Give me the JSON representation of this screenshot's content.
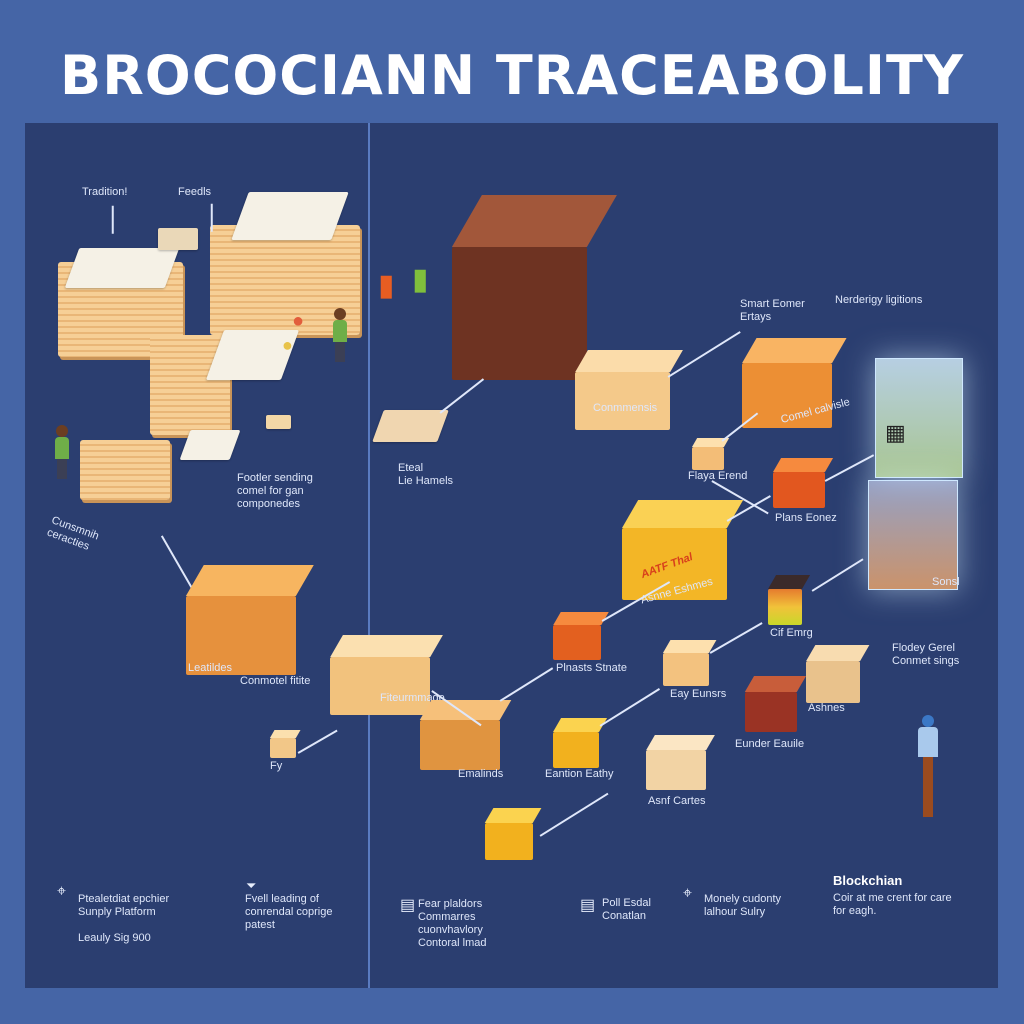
{
  "title": "BROCOCIANN TRACEABOLITY",
  "left_panel": {
    "labels": {
      "traditional": "Tradition!",
      "feedls": "Feedls",
      "footler": [
        "Footler sending",
        "comel for gan",
        "componedes"
      ],
      "cunsmnih": [
        "Cunsmnih",
        "ceracties"
      ],
      "leatildes": "Leatildes",
      "conmotel": "Conmotel fitite",
      "fy": "Fy"
    }
  },
  "right_panel": {
    "labels": {
      "eteal": [
        "Eteal",
        "Lie Hamels"
      ],
      "smart": [
        "Smart Eomer",
        "Ertays"
      ],
      "nerderigy": "Nerderigy ligitions",
      "conmmensis": "Conmmensis",
      "comel_calvisle": "Comel calvisle",
      "flaya": "Flaya Erend",
      "plans": "Plans Eonez",
      "asnne": "Asnne Eshmes",
      "sonsl": "Sonsl",
      "cif": "Cif Emrg",
      "flodey": [
        "Flodey Gerel",
        "Conmet sings"
      ],
      "fiteurmmage": "Fiteurmmage",
      "plnasts": "Plnasts Stnate",
      "eay": "Eay Eunsrs",
      "emalinds": "Emalinds",
      "eantion": "Eantion Eathy",
      "asnf": "Asnf Cartes",
      "eunder": "Eunder Eauile",
      "ashnes": "Ashnes",
      "truck_brand": "AATF Thal"
    }
  },
  "footer": {
    "items": [
      {
        "icon": "location-pin-icon",
        "lines": [
          "Ptealetdiat epchier",
          "Sunply Platform"
        ],
        "extra": "Leauly Sig 900"
      },
      {
        "icon": "filter-icon",
        "lines": [
          "Fvell leading of",
          "conrendal coprige",
          "patest"
        ]
      },
      {
        "icon": "clipboard-icon",
        "lines": [
          "Fear plaldors",
          "Commarres",
          "cuonvhavlory",
          "Contoral lmad"
        ]
      },
      {
        "icon": "document-icon",
        "lines": [
          "Poll Esdal",
          "Conatlan"
        ]
      },
      {
        "icon": "location-pin-icon",
        "lines": [
          "Monely cudonty",
          "lalhour Sulry"
        ]
      }
    ],
    "blockchain": {
      "heading": "Blockchian",
      "lines": [
        "Coir at me crent for care",
        "for eagh."
      ]
    }
  },
  "colors": {
    "background": "#4565a6",
    "panel": "#2b3e70",
    "accent_orange": "#f0a04b",
    "accent_yellow": "#f5c531"
  }
}
